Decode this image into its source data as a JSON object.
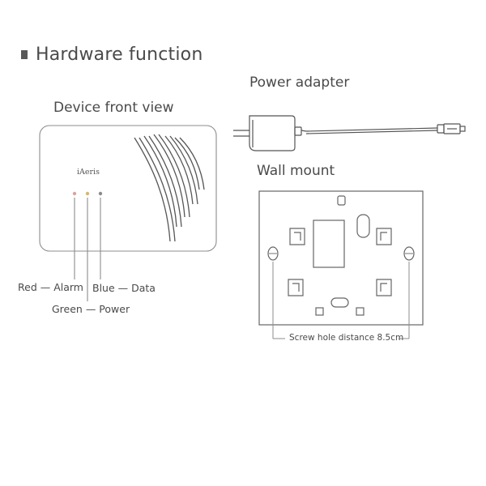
{
  "heading": "Hardware function",
  "front_view": {
    "title": "Device front view",
    "logo": "iAeris",
    "leds": [
      {
        "label": "Red — Alarm",
        "color": "#d9a59b"
      },
      {
        "label": "Green — Power",
        "color": "#d8b86a"
      },
      {
        "label": "Blue — Data",
        "color": "#8a8a8a"
      }
    ]
  },
  "power_adapter": {
    "title": "Power adapter"
  },
  "wall_mount": {
    "title": "Wall mount",
    "screw_label": "Screw hole distance 8.5cm"
  },
  "colors": {
    "text": "#4a4a4a",
    "stroke": "#8c8c8c"
  }
}
